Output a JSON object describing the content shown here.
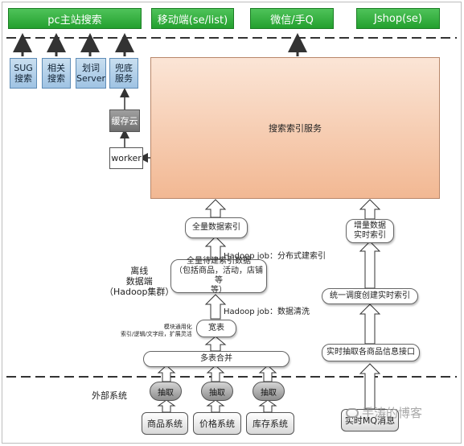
{
  "top_buttons": [
    "pc主站搜索",
    "移动端(se/list)",
    "微信/手Q",
    "Jshop(se)"
  ],
  "left_boxes": [
    "SUG\n搜索",
    "相关\n搜索",
    "划词\nServer",
    "兜底\n服务"
  ],
  "cache_cloud": "缓存云",
  "worker": "worker",
  "search_index_service": "搜索索引服务",
  "full_index": "全量数据索引",
  "hadoop_job_distributed": "Hadoop job：分布式建索引",
  "offline_label": "离线\n数据端\n（Hadoop集群）",
  "full_pending_data": "全量待建索引数据\n（包括商品，活动，店铺等\n等）",
  "hadoop_job_clean": "Hadoop job：数据清洗",
  "model_note": "模块通用化\n索引/逻辑/文字段，扩展灵活",
  "wide_table": "宽表",
  "multi_table_merge": "多表合并",
  "incremental_index": "增量数据\n实时索引",
  "unified_scheduler": "统一调度创建实时索引",
  "realtime_extract": "实时抽取各商品信息接口",
  "external_label": "外部系统",
  "extract_label": "抽取",
  "sources": [
    "商品系统",
    "价格系统",
    "库存系统",
    "实时MQ消息"
  ],
  "watermark": "手涛的博客",
  "colors": {
    "green": "#2fae39",
    "blue": "#b4d3ec",
    "peach": "#f6c6a5"
  }
}
